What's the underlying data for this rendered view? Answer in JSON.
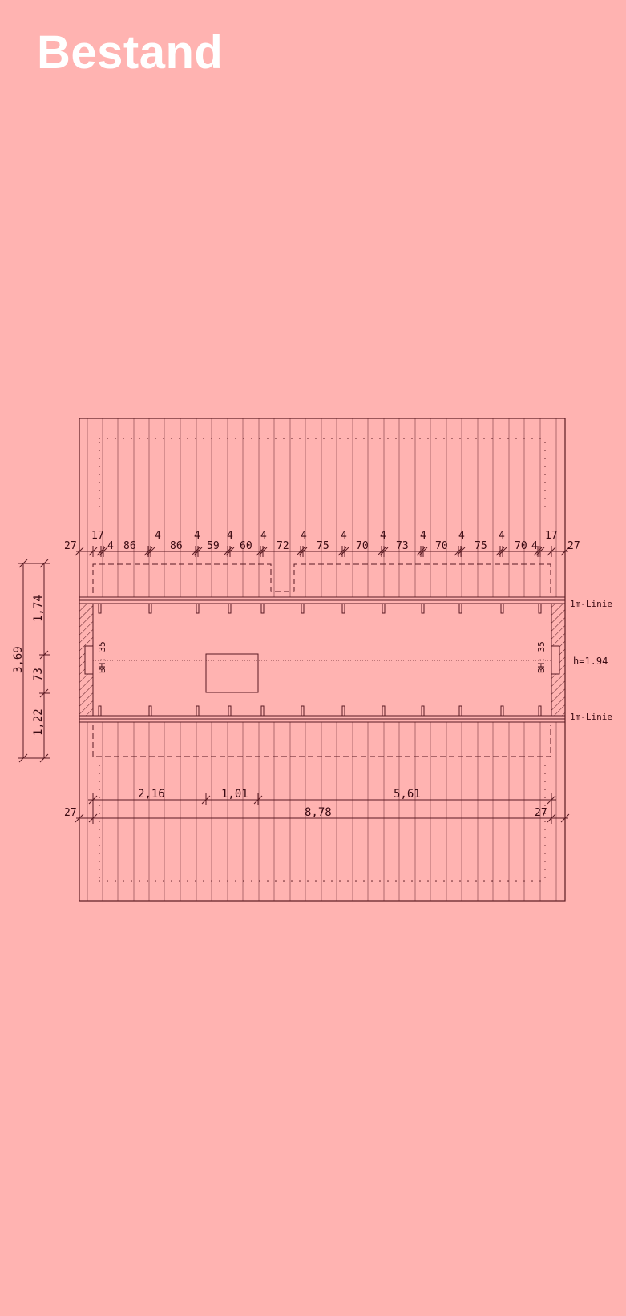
{
  "title": "Bestand",
  "colors": {
    "background": "#ffb3b1",
    "line": "#5a1a22",
    "text": "#3a0a12",
    "title": "#ffffff"
  },
  "top_dims": {
    "left_outer": "27",
    "right_outer": "27",
    "left_inner": "17",
    "right_inner": "17",
    "segments": [
      "4",
      "86",
      "4",
      "86",
      "4",
      "59",
      "4",
      "60",
      "4",
      "72",
      "4",
      "75",
      "4",
      "70",
      "4",
      "73",
      "4",
      "70",
      "4",
      "75",
      "4",
      "70",
      "4"
    ]
  },
  "left_dims": {
    "total": "3,69",
    "upper": "1,74",
    "middle": "73",
    "lower": "1,22"
  },
  "labels": {
    "line_top": "1m-Linie",
    "line_bottom": "1m-Linie",
    "height": "h=1.94",
    "bh_left": "BH: 35",
    "bh_right": "BH: 35"
  },
  "bottom_dims": {
    "seg1": "2,16",
    "seg2": "1,01",
    "seg3": "5,61",
    "total": "8,78",
    "left_outer": "27",
    "right_outer": "27"
  }
}
